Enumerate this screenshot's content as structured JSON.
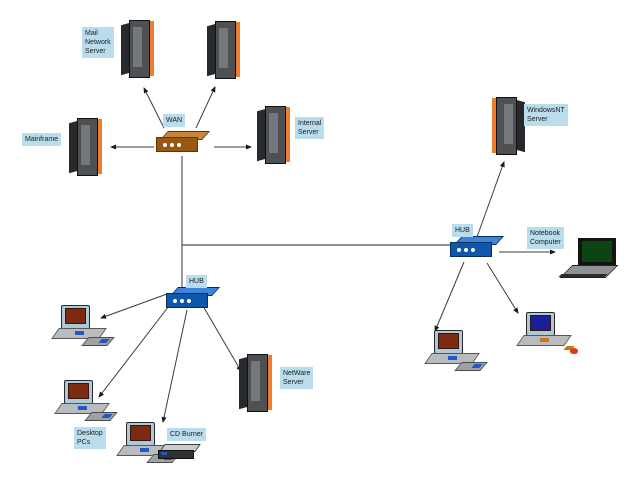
{
  "diagram": {
    "type": "network-topology",
    "background": "#ffffff",
    "labels": {
      "mail_network_server": "Mail\nNetwork\nServer",
      "mainframe": "Mainframe",
      "wan": "WAN",
      "internal_server": "Internal\nServer",
      "windows_nt_server": "WindowsNT\nServer",
      "hub_right": "HUB",
      "hub_bottom": "HUB",
      "notebook_computer": "Notebook\nComputer",
      "desktop_pcs": "Desktop\nPCs",
      "cd_burner": "CD Burner",
      "netware_server": "NetWare\nServer"
    },
    "colors": {
      "label_bg": "#b9ddec",
      "label_text": "#1c1c1c",
      "server_body": "#4e5154",
      "server_stripe": "#ee7d2f",
      "wan_body": "#9a5712",
      "hub_body": "#0e57ad",
      "line": "#3c3c3c"
    },
    "connections": [
      {
        "from": "WAN",
        "to": "Mail Network Server"
      },
      {
        "from": "WAN",
        "to": "Server (unlabeled)"
      },
      {
        "from": "WAN",
        "to": "Mainframe"
      },
      {
        "from": "WAN",
        "to": "Internal Server"
      },
      {
        "from": "WAN",
        "to": "HUB (bottom)"
      },
      {
        "from": "WAN",
        "to": "HUB (right)"
      },
      {
        "from": "HUB (right)",
        "to": "WindowsNT Server"
      },
      {
        "from": "HUB (right)",
        "to": "Notebook Computer"
      },
      {
        "from": "HUB (right)",
        "to": "Desktop PC (right)"
      },
      {
        "from": "HUB (right)",
        "to": "Workstation (right)"
      },
      {
        "from": "HUB (bottom)",
        "to": "Desktop PC (upper left)"
      },
      {
        "from": "HUB (bottom)",
        "to": "Desktop PCs"
      },
      {
        "from": "HUB (bottom)",
        "to": "CD Burner PC"
      },
      {
        "from": "HUB (bottom)",
        "to": "NetWare Server"
      }
    ]
  }
}
